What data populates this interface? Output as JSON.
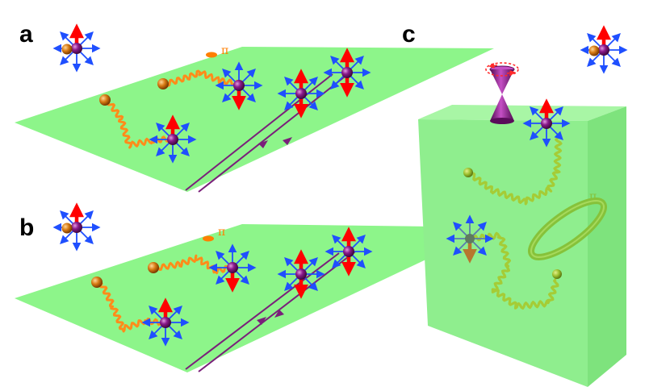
{
  "panels": {
    "a": {
      "label": "a",
      "pi": "π"
    },
    "b": {
      "label": "b",
      "pi": "π"
    },
    "c": {
      "label": "c",
      "pi": "π"
    }
  },
  "colors": {
    "plane": "#8df58a",
    "plane_edge": "#79e175",
    "cube_front": "#8fee8e",
    "cube_side": "#7ee37d",
    "cube_top": "#a8f6a5",
    "string_2d": "#ff8c1a",
    "string_3d": "#a7c932",
    "edge_mode": "#7a1f7a",
    "spin_up": "#ff0000",
    "rays": "#1f4fff",
    "vortex": "#8b1a8b",
    "electron": "#c46e10",
    "dirac_cone": "#8b1a8b",
    "ring": "#86c23a",
    "orange_dot": "#ff7f00"
  },
  "icons": [
    "vortex-spin-icon",
    "electron-ball-icon",
    "dirac-cone-icon",
    "flux-ring-icon",
    "edge-mode-arrow-icon"
  ]
}
